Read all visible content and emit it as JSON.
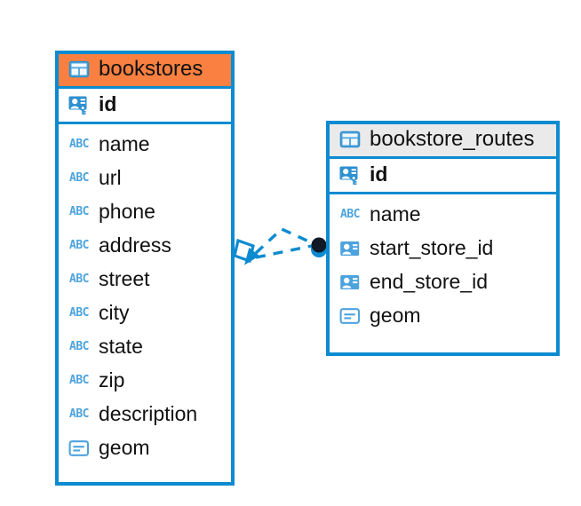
{
  "diagram": {
    "type": "entity-relationship-diagram",
    "accent_color": "#0d8bd0",
    "selected_color": "#f98040",
    "header_color": "#eaeaea",
    "entities": [
      {
        "name": "bookstores",
        "selected": true,
        "header_icon": "table-icon",
        "primary_key": {
          "label": "id",
          "icon": "primary-key-icon"
        },
        "fields": [
          {
            "label": "name",
            "icon": "text-type-icon",
            "type": "ABC"
          },
          {
            "label": "url",
            "icon": "text-type-icon",
            "type": "ABC"
          },
          {
            "label": "phone",
            "icon": "text-type-icon",
            "type": "ABC"
          },
          {
            "label": "address",
            "icon": "text-type-icon",
            "type": "ABC"
          },
          {
            "label": "street",
            "icon": "text-type-icon",
            "type": "ABC"
          },
          {
            "label": "city",
            "icon": "text-type-icon",
            "type": "ABC"
          },
          {
            "label": "state",
            "icon": "text-type-icon",
            "type": "ABC"
          },
          {
            "label": "zip",
            "icon": "text-type-icon",
            "type": "ABC"
          },
          {
            "label": "description",
            "icon": "text-type-icon",
            "type": "ABC"
          },
          {
            "label": "geom",
            "icon": "geometry-type-icon",
            "type": "geom"
          }
        ]
      },
      {
        "name": "bookstore_routes",
        "selected": false,
        "header_icon": "table-icon",
        "primary_key": {
          "label": "id",
          "icon": "primary-key-icon"
        },
        "fields": [
          {
            "label": "name",
            "icon": "text-type-icon",
            "type": "ABC"
          },
          {
            "label": "start_store_id",
            "icon": "foreign-key-icon",
            "type": "fk"
          },
          {
            "label": "end_store_id",
            "icon": "foreign-key-icon",
            "type": "fk"
          },
          {
            "label": "geom",
            "icon": "geometry-type-icon",
            "type": "geom"
          }
        ]
      }
    ],
    "relationship": {
      "from": "bookstores",
      "to": "bookstore_routes",
      "line_style": "dashed",
      "source_marker": "diamond-marker",
      "target_marker": "filled-circle-marker"
    }
  }
}
